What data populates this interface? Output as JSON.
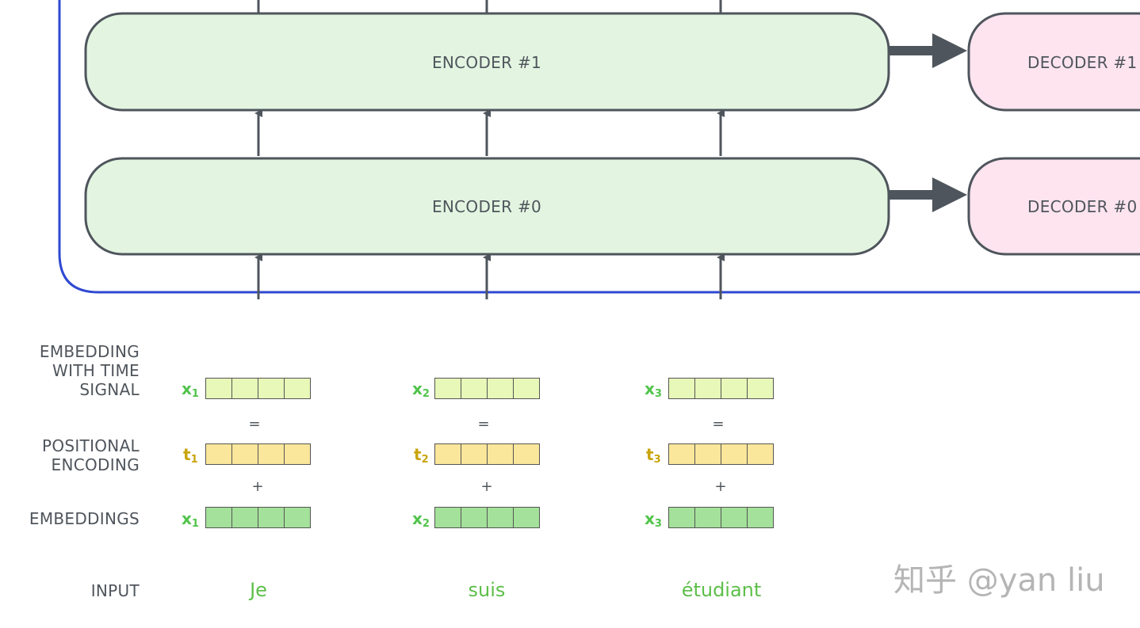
{
  "encoders": [
    {
      "label": "ENCODER #1"
    },
    {
      "label": "ENCODER #0"
    }
  ],
  "decoders": [
    {
      "label": "DECODER #1"
    },
    {
      "label": "DECODER #0"
    }
  ],
  "row_labels": {
    "embedding_with_time_signal": [
      "EMBEDDING",
      "WITH TIME",
      "SIGNAL"
    ],
    "positional_encoding": [
      "POSITIONAL",
      "ENCODING"
    ],
    "embeddings": "EMBEDDINGS",
    "input": "INPUT"
  },
  "operators": {
    "equals": "=",
    "plus": "+"
  },
  "columns": [
    {
      "x_symbol": "x",
      "x_index": "1",
      "t_symbol": "t",
      "t_index": "1",
      "word": "Je"
    },
    {
      "x_symbol": "x",
      "x_index": "2",
      "t_symbol": "t",
      "t_index": "2",
      "word": "suis"
    },
    {
      "x_symbol": "x",
      "x_index": "3",
      "t_symbol": "t",
      "t_index": "3",
      "word": "étudiant"
    }
  ],
  "vector_cells": 4,
  "watermark": "知乎 @yan liu",
  "colors": {
    "encoder_fill": "#e3f5e1",
    "decoder_fill": "#fde4ef",
    "box_stroke": "#4f555c",
    "outer_frame": "#2f49d1",
    "embedding_with_time": "#e7f8b8",
    "positional": "#fbe79b",
    "embedding": "#a4e19a",
    "x_label": "#50c44a",
    "t_label": "#c9a40d",
    "input_word": "#5dbf4a"
  }
}
